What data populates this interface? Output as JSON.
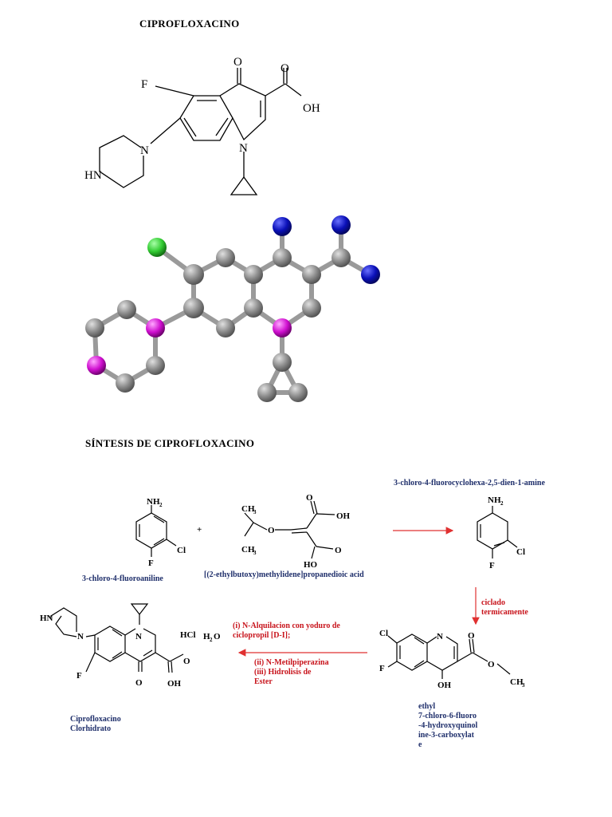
{
  "titles": {
    "top": "CIPROFLOXACINO",
    "synthesis": "SÍNTESIS DE CIPROFLOXACINO"
  },
  "structure_labels": {
    "F": "F",
    "O": "O",
    "OH": "OH",
    "N": "N",
    "HN": "HN",
    "Cl": "Cl",
    "NH2": "NH",
    "sub2": "2",
    "CH3": "CH",
    "sub3": "3",
    "HO": "HO",
    "plus": "+",
    "HCl": "HCl",
    "H2O_H": "H",
    "H2O_O": "O"
  },
  "compound_names": {
    "fluoroaniline": "3-chloro-4-fluoroaniline",
    "malonate": "[(2-ethylbutoxy)methylidene]propanedioic acid",
    "diene_amine": "3-chloro-4-fluorocyclohexa-2,5-dien-1-amine",
    "ester": [
      "ethyl",
      "7-chloro-6-fluoro",
      "-4-hydroxyquinol",
      "ine-3-carboxylat",
      "e"
    ],
    "product": [
      "Ciprofloxacino",
      "Clorhidrato"
    ]
  },
  "conditions": {
    "cyclization": [
      "ciclado",
      "termicamente"
    ],
    "steps": [
      "(i) N-Alquilacion con yoduro de",
      "ciclopropil [D-I];",
      "(ii) N-Metilpiperazina",
      "(iii) Hidrolisis de",
      "Ester"
    ]
  },
  "colors": {
    "carbon": "#8a8a8a",
    "fluorine": "#33cc33",
    "oxygen": "#0a10b8",
    "nitrogen": "#d010d0",
    "bond": "#9a9a9a",
    "arrow": "#e03030",
    "name_blue": "#1f2f6b",
    "condition_red": "#c8141c"
  }
}
